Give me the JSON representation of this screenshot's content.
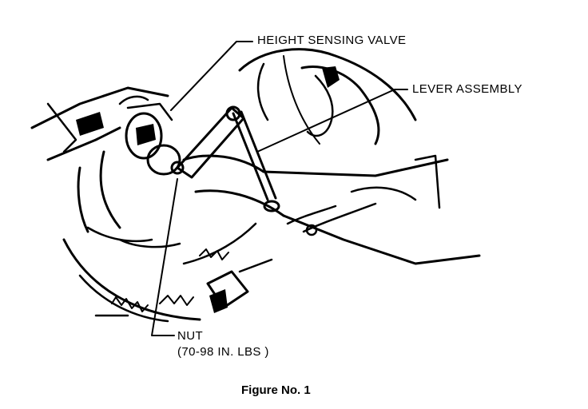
{
  "labels": {
    "height_sensing_valve": "HEIGHT SENSING VALVE",
    "lever_assembly": "LEVER ASSEMBLY",
    "nut": "NUT",
    "nut_torque": "(70-98 IN. LBS )"
  },
  "caption": "Figure No. 1",
  "colors": {
    "ink": "#000000",
    "background": "#ffffff"
  }
}
